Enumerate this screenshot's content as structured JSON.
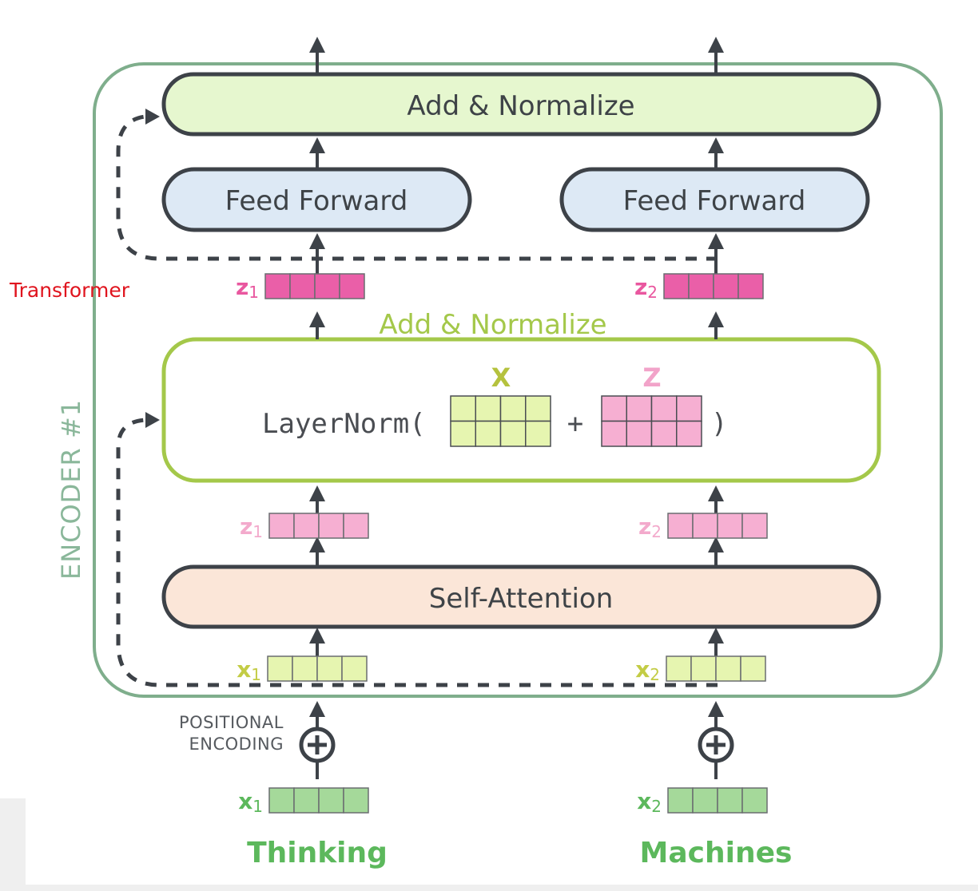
{
  "annotation": {
    "text": "Transformer",
    "color": "#e0141e"
  },
  "encoder": {
    "label": "ENCODER #1",
    "border_color": "#7fae8c"
  },
  "blocks": {
    "add_normalize_top": {
      "label": "Add & Normalize",
      "fill": "#e6f7cf",
      "stroke": "#3d4248"
    },
    "feed_forward": [
      {
        "label": "Feed Forward",
        "fill": "#dde9f5"
      },
      {
        "label": "Feed Forward",
        "fill": "#dde9f5"
      }
    ],
    "add_normalize_detail": {
      "title": "Add & Normalize",
      "stroke": "#a4c84a",
      "formula_prefix": "LayerNorm(",
      "plus": "+",
      "formula_suffix": ")",
      "matrix_x": {
        "label": "X",
        "rows": 2,
        "cols": 4,
        "fill": "#e6f5b0",
        "label_color": "#b5c23e"
      },
      "matrix_z": {
        "label": "Z",
        "rows": 2,
        "cols": 4,
        "fill": "#f6afd2",
        "label_color": "#f2a3c9"
      }
    },
    "self_attention": {
      "label": "Self-Attention",
      "fill": "#fbe6d8"
    }
  },
  "vectors": {
    "z_norm": [
      {
        "name": "z",
        "sub": "1",
        "cells": 4,
        "fill": "#ea5fa8",
        "label_color": "#e9579f"
      },
      {
        "name": "z",
        "sub": "2",
        "cells": 4,
        "fill": "#ea5fa8",
        "label_color": "#e9579f"
      }
    ],
    "z_attn": [
      {
        "name": "z",
        "sub": "1",
        "cells": 4,
        "fill": "#f6afd2",
        "label_color": "#f3aacc"
      },
      {
        "name": "z",
        "sub": "2",
        "cells": 4,
        "fill": "#f6afd2",
        "label_color": "#f3aacc"
      }
    ],
    "x_pos": [
      {
        "name": "x",
        "sub": "1",
        "cells": 4,
        "fill": "#e6f5b0",
        "label_color": "#c3cc45"
      },
      {
        "name": "x",
        "sub": "2",
        "cells": 4,
        "fill": "#e6f5b0",
        "label_color": "#c3cc45"
      }
    ],
    "x_embed": [
      {
        "name": "x",
        "sub": "1",
        "cells": 4,
        "fill": "#a5d99a",
        "label_color": "#5cb85c"
      },
      {
        "name": "x",
        "sub": "2",
        "cells": 4,
        "fill": "#a5d99a",
        "label_color": "#5cb85c"
      }
    ]
  },
  "positional_encoding": {
    "line1": "POSITIONAL",
    "line2": "ENCODING",
    "symbol": "⊕"
  },
  "inputs": [
    {
      "word": "Thinking"
    },
    {
      "word": "Machines"
    }
  ],
  "colors": {
    "arrow": "#3d4248",
    "dashed": "#3d4248"
  }
}
